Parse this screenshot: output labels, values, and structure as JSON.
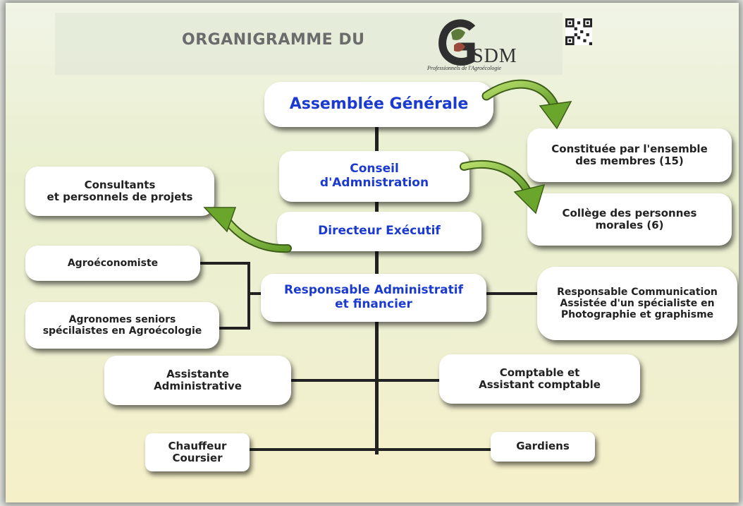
{
  "header": {
    "title": "ORGANIGRAMME DU",
    "logo_text": "SDM",
    "logo_tagline": "Professionnels de l'Agroécologie"
  },
  "nodes": {
    "assemblee": "Assemblée Générale",
    "conseil": "Conseil\nd'Admnistration",
    "directeur": "Directeur Exécutif",
    "responsable_admin": "Responsable Administratif\net financier",
    "constituee": "Constituée par l'ensemble\ndes membres (15)",
    "college": "Collège des personnes\nmorales (6)",
    "consultants": "Consultants\net personnels de projets",
    "agroeconomiste": "Agroéconomiste",
    "agronomes": "Agronomes seniors\nspécilaistes en Agroécologie",
    "resp_comm": "Responsable Communication\nAssistée d'un spécialiste en\nPhotographie et graphisme",
    "assistante": "Assistante\nAdministrative",
    "comptable": "Comptable et\nAssistant comptable",
    "chauffeur": "Chauffeur\nCoursier",
    "gardiens": "Gardiens"
  },
  "colors": {
    "title_blue": "#1b3ad0",
    "arrow_green": "#7db83a",
    "connector": "#222222"
  }
}
